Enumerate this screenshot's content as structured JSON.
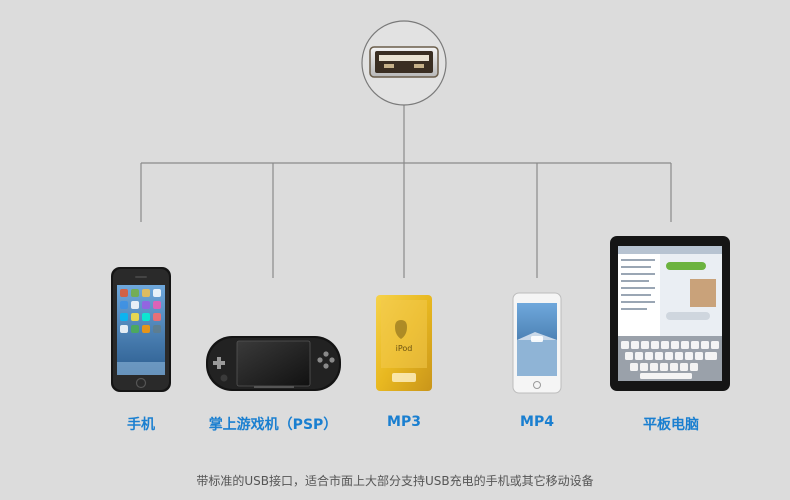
{
  "devices": [
    {
      "id": "phone",
      "label": "手机"
    },
    {
      "id": "psp",
      "label": "掌上游戏机（PSP）"
    },
    {
      "id": "mp3",
      "label": "MP3",
      "screen_text": "iPod"
    },
    {
      "id": "mp4",
      "label": "MP4"
    },
    {
      "id": "tablet",
      "label": "平板电脑"
    }
  ],
  "caption": "带标准的USB接口，适合市面上大部分支持USB充电的手机或其它移动设备",
  "colors": {
    "background": "#dcdcdc",
    "connector_line": "#8a8a8a",
    "label_blue": "#1a7fd0",
    "caption_gray": "#555555",
    "ipod_gold": "#e8b820"
  },
  "icons": [
    "usb-port-icon",
    "phone-icon",
    "psp-icon",
    "mp3-icon",
    "mp4-icon",
    "tablet-icon"
  ]
}
